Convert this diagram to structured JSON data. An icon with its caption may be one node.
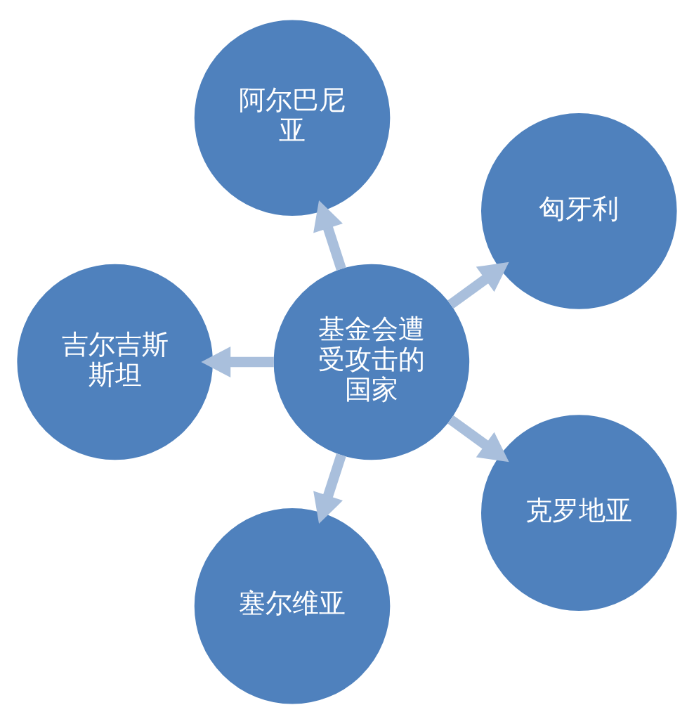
{
  "diagram": {
    "nodes": [
      {
        "text": [
          "基金会遭受攻击的国家"
        ]
      },
      {
        "text": [
          "匈牙利"
        ]
      },
      {
        "text": [
          "阿尔巴尼亚"
        ]
      },
      {
        "text": [
          "吉尔吉斯斯坦"
        ]
      },
      {
        "text": [
          "塞尔维亚"
        ]
      },
      {
        "text": [
          "克罗地亚"
        ]
      }
    ],
    "edges": [
      {
        "from": 0,
        "to": 1,
        "arrow": "to"
      },
      {
        "from": 0,
        "to": 2,
        "arrow": "to"
      },
      {
        "from": 0,
        "to": 3,
        "arrow": "to"
      },
      {
        "from": 0,
        "to": 4,
        "arrow": "to"
      },
      {
        "from": 0,
        "to": 5,
        "arrow": "to"
      }
    ]
  }
}
